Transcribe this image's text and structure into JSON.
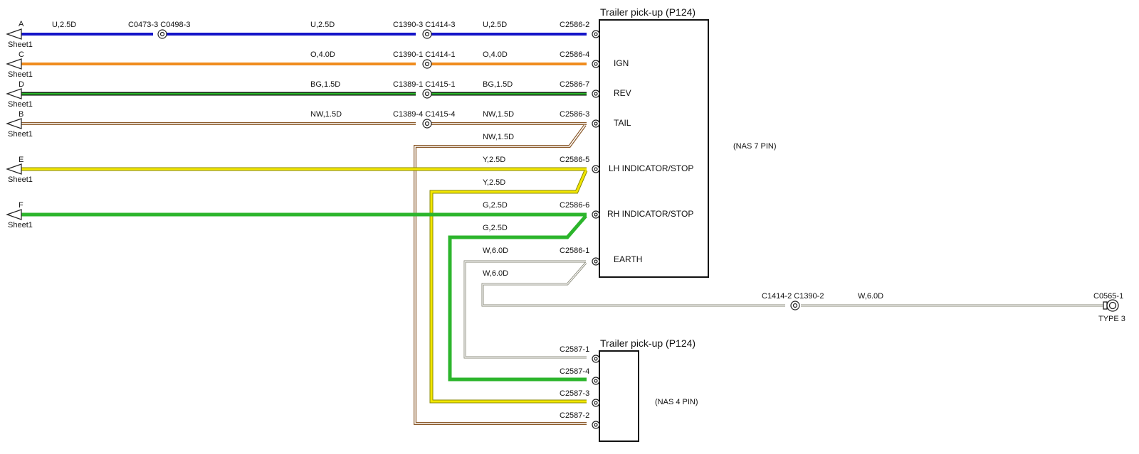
{
  "sheet_label": "Sheet1",
  "arrows": [
    {
      "id": "A",
      "letter": "A"
    },
    {
      "id": "C",
      "letter": "C"
    },
    {
      "id": "D",
      "letter": "D"
    },
    {
      "id": "B",
      "letter": "B"
    },
    {
      "id": "E",
      "letter": "E"
    },
    {
      "id": "F",
      "letter": "F"
    }
  ],
  "connector_7pin": {
    "title": "Trailer pick-up (P124)",
    "type_note": "(NAS 7 PIN)",
    "pins": [
      "IGN",
      "REV",
      "TAIL",
      "LH INDICATOR/STOP",
      "RH INDICATOR/STOP",
      "EARTH"
    ]
  },
  "connector_4pin": {
    "title": "Trailer pick-up (P124)",
    "type_note": "(NAS 4 PIN)"
  },
  "wire_labels": [
    "U,2.5D",
    "U,2.5D",
    "U,2.5D",
    "O,4.0D",
    "O,4.0D",
    "BG,1.5D",
    "BG,1.5D",
    "NW,1.5D",
    "NW,1.5D",
    "NW,1.5D",
    "Y,2.5D",
    "Y,2.5D",
    "G,2.5D",
    "G,2.5D",
    "W,6.0D",
    "W,6.0D",
    "W,6.0D"
  ],
  "connector_labels": [
    "C0473-3 C0498-3",
    "C1390-3 C1414-3",
    "C1390-1 C1414-1",
    "C1389-1 C1415-1",
    "C1389-4 C1415-4",
    "C2586-2",
    "C2586-4",
    "C2586-7",
    "C2586-3",
    "C2586-5",
    "C2586-6",
    "C2586-1",
    "C2587-1",
    "C2587-4",
    "C2587-3",
    "C2587-2",
    "C1414-2 C1390-2",
    "C0565-1"
  ],
  "ground_type": "TYPE 3",
  "colors": {
    "blue": "#1414c8",
    "orange": "#f08c1e",
    "green": "#2cb52c",
    "brown": "#8b5a2b",
    "yellow": "#f2e600",
    "white_wire": "#8a8a7a"
  }
}
